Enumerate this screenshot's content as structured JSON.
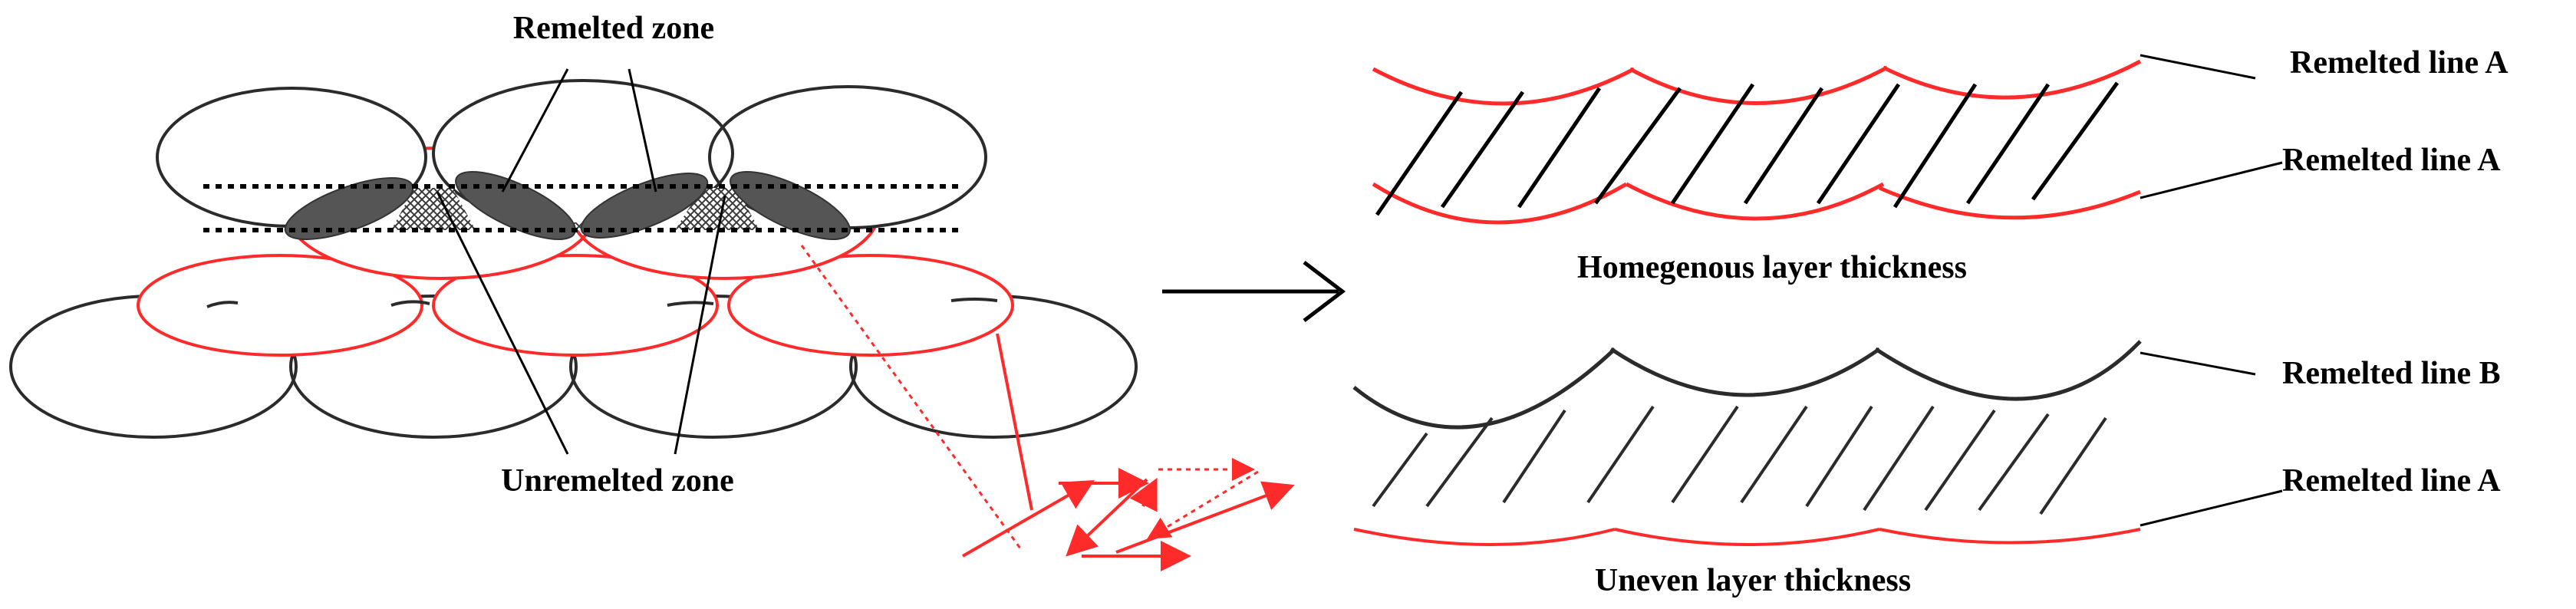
{
  "labels": {
    "remelted_zone": "Remelted zone",
    "unremelted_zone": "Unremelted zone",
    "homogeneous": "Homegenous layer thickness",
    "uneven": "Uneven layer thickness",
    "top_line_1": "Remelted line A",
    "top_line_2": "Remelted line A",
    "bottom_line_1": "Remelted line B",
    "bottom_line_2": "Remelted line A"
  },
  "colors": {
    "black_track": "#2b2b2b",
    "red_track": "#ff2a2a",
    "remelted_fill": "#555555",
    "unremelted_hatch": "#3a3a3a"
  }
}
